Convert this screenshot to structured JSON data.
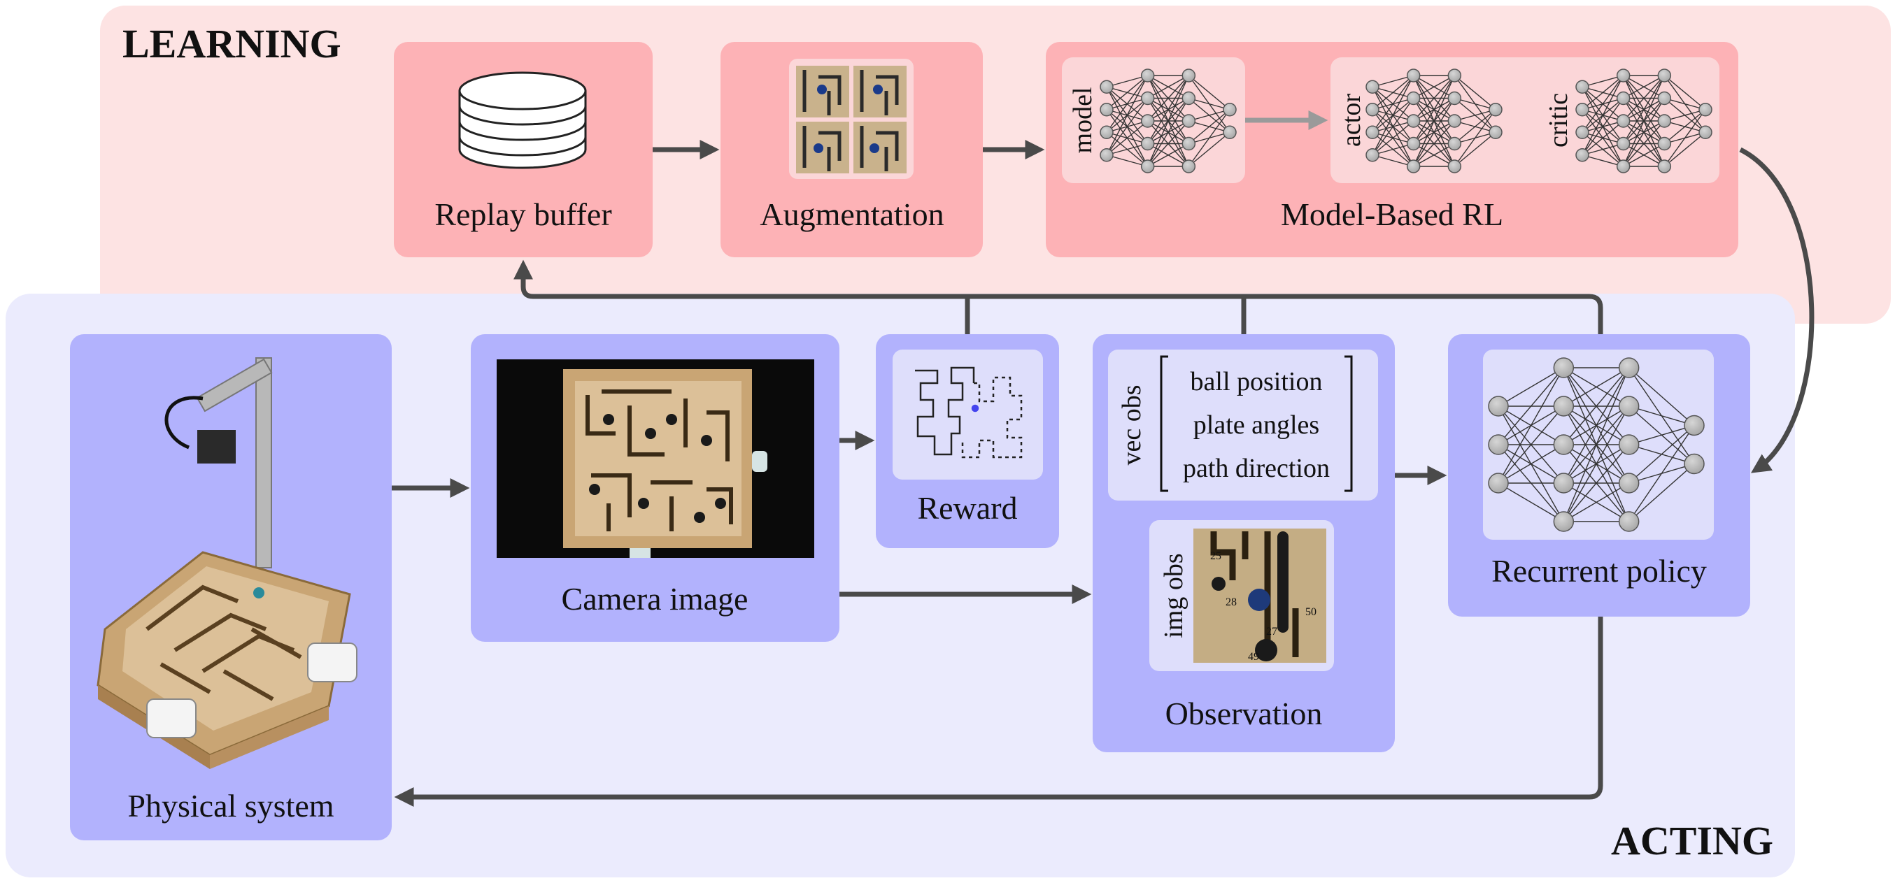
{
  "regions": {
    "learning": {
      "title": "LEARNING"
    },
    "acting": {
      "title": "ACTING"
    }
  },
  "learning": {
    "replay_buffer": {
      "label": "Replay buffer"
    },
    "augmentation": {
      "label": "Augmentation"
    },
    "model_based_rl": {
      "label": "Model-Based RL",
      "model_label": "model",
      "actor_label": "actor",
      "critic_label": "critic"
    }
  },
  "acting": {
    "physical_system": {
      "label": "Physical system"
    },
    "camera_image": {
      "label": "Camera image"
    },
    "reward": {
      "label": "Reward"
    },
    "observation": {
      "label": "Observation",
      "vec_obs_label": "vec obs",
      "vec_obs_items": [
        "ball position",
        "plate angles",
        "path direction"
      ],
      "img_obs_label": "img obs",
      "img_numbers": [
        "25",
        "28",
        "27",
        "49",
        "50"
      ]
    },
    "recurrent_policy": {
      "label": "Recurrent policy"
    }
  },
  "colors": {
    "learning_bg": "#fde3e3",
    "learning_box": "#fdb2b6",
    "learning_inner": "#fbd6d8",
    "acting_bg": "#ebebfd",
    "acting_box": "#b2b2fd",
    "acting_inner": "#dedefb",
    "arrow": "#4a4a4a"
  }
}
